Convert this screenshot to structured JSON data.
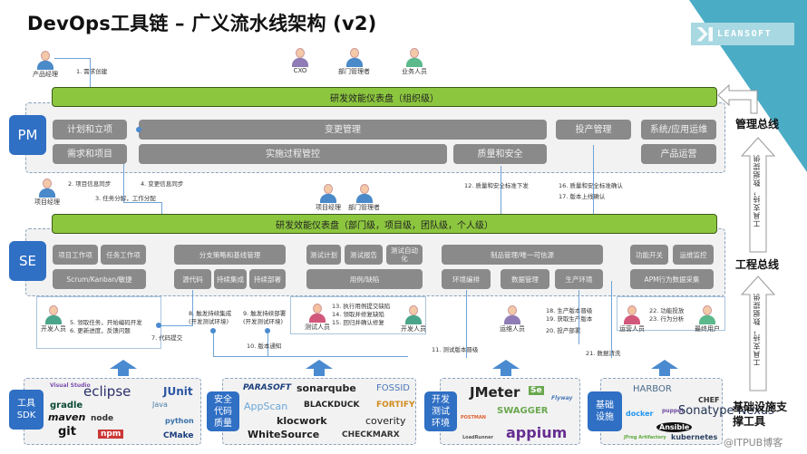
{
  "title": "DevOps工具链 – 广义流水线架构 (v2)",
  "brand": {
    "logo_text": "LEANSOFT",
    "accent": "#4bacc6"
  },
  "colors": {
    "green_bar": "#8cc63f",
    "tag_blue": "#2f6fc4",
    "box_gray": "#8a8a8a",
    "connector": "#6fa3d6"
  },
  "people": {
    "product_manager": "产品经理",
    "cxo": "CXO",
    "dept_manager_top": "部门管理者",
    "business_staff": "业务人员",
    "project_manager": "项目经理",
    "project_manager_mid": "项目经理",
    "dept_manager_mid": "部门管理者",
    "developer_left": "开发人员",
    "tester": "测试人员",
    "developer_right": "开发人员",
    "ops_staff": "运维人员",
    "operations_staff": "运营人员",
    "end_user": "最终用户"
  },
  "pm": {
    "tag": "PM",
    "dashboard": "研发效能仪表盘（组织级）",
    "boxes": {
      "plan": "计划和立项",
      "change": "变更管理",
      "release_mgmt": "投产管理",
      "sys_ops": "系统/应用运维",
      "req_project": "需求和项目",
      "process": "实施过程管控",
      "quality": "质量和安全",
      "product_ops": "产品运营"
    }
  },
  "se": {
    "tag": "SE",
    "dashboard": "研发效能仪表盘（部门级，项目级，团队级，个人级）",
    "boxes": {
      "proj_work": "项目工作项",
      "task_work": "任务工作项",
      "scrum": "Scrum/Kanban/敏捷",
      "branch": "分支策略和基线管理",
      "source": "源代码",
      "ci": "持续集成",
      "cd": "持续部署",
      "test_plan": "测试计划",
      "test_report": "测试报告",
      "test_auto": "测试自动化",
      "cases": "用例/缺陷",
      "artifacts": "制品管理/唯一可信源",
      "env": "环境编排",
      "data": "数据管理",
      "prod_env": "生产环境",
      "feature_toggle": "功能开关",
      "ops_monitor": "运维监控",
      "apm": "APM行为数据采集"
    }
  },
  "steps": {
    "s1": "1. 需求创建",
    "s2": "2. 项目信息同步",
    "s3": "3. 任务分解，工作分配",
    "s4": "4. 变更信息同步",
    "s5": "5. 领取任务，开始编码开发",
    "s6": "6. 更新进度，反馈问题",
    "s7": "7. 代码提交",
    "s8a": "8. 触发持续集成",
    "s8b": "(开发测试环境)",
    "s9a": "9. 触发持续部署",
    "s9b": "(开发测试环境)",
    "s10": "10. 版本通知",
    "s11": "11. 测试版本晋级",
    "s12": "12. 质量和安全标准下发",
    "s13": "13. 执行用例提交缺陷",
    "s14": "14. 领取并修复缺陷",
    "s15": "15. 回归并确认修复",
    "s16": "16. 质量和安全标准确认",
    "s17": "17. 版本上线确认",
    "s18": "18. 生产版本晋级",
    "s19": "19. 获取生产版本",
    "s20": "20. 投产部署",
    "s21": "21. 数据清洗",
    "s22": "22. 功能投放",
    "s23": "23. 行为分析"
  },
  "bus": {
    "management": "管理总线",
    "engineering": "工程总线",
    "infra": "基础设施支撑工具",
    "arrow_text": "工具支持，数据提供"
  },
  "toolgroups": [
    {
      "tag": "工具SDK",
      "tools": [
        "Visual Studio",
        "eclipse",
        "Java",
        "JUnit",
        "gradle",
        "maven",
        "node",
        "npm",
        "git",
        "python",
        "CMake"
      ]
    },
    {
      "tag": "安全代码质量",
      "tools": [
        "PARASOFT",
        "sonarqube",
        "FOSSID",
        "AppScan",
        "BLACKDUCK",
        "FORTIFY",
        "klocwork",
        "coverity",
        "WhiteSource",
        "CHECKMARX"
      ]
    },
    {
      "tag": "开发测试环境",
      "tools": [
        "JMeter",
        "Se",
        "Flyway",
        "POSTMAN",
        "SWAGGER",
        "LoadRunner",
        "appium"
      ]
    },
    {
      "tag": "基础设施",
      "tools": [
        "HARBOR",
        "CHEF",
        "docker",
        "puppet",
        "Sonatype Nexus",
        "JFrog Artifactory",
        "Ansible",
        "kubernetes"
      ]
    }
  ],
  "watermark": "@ITPUB博客"
}
